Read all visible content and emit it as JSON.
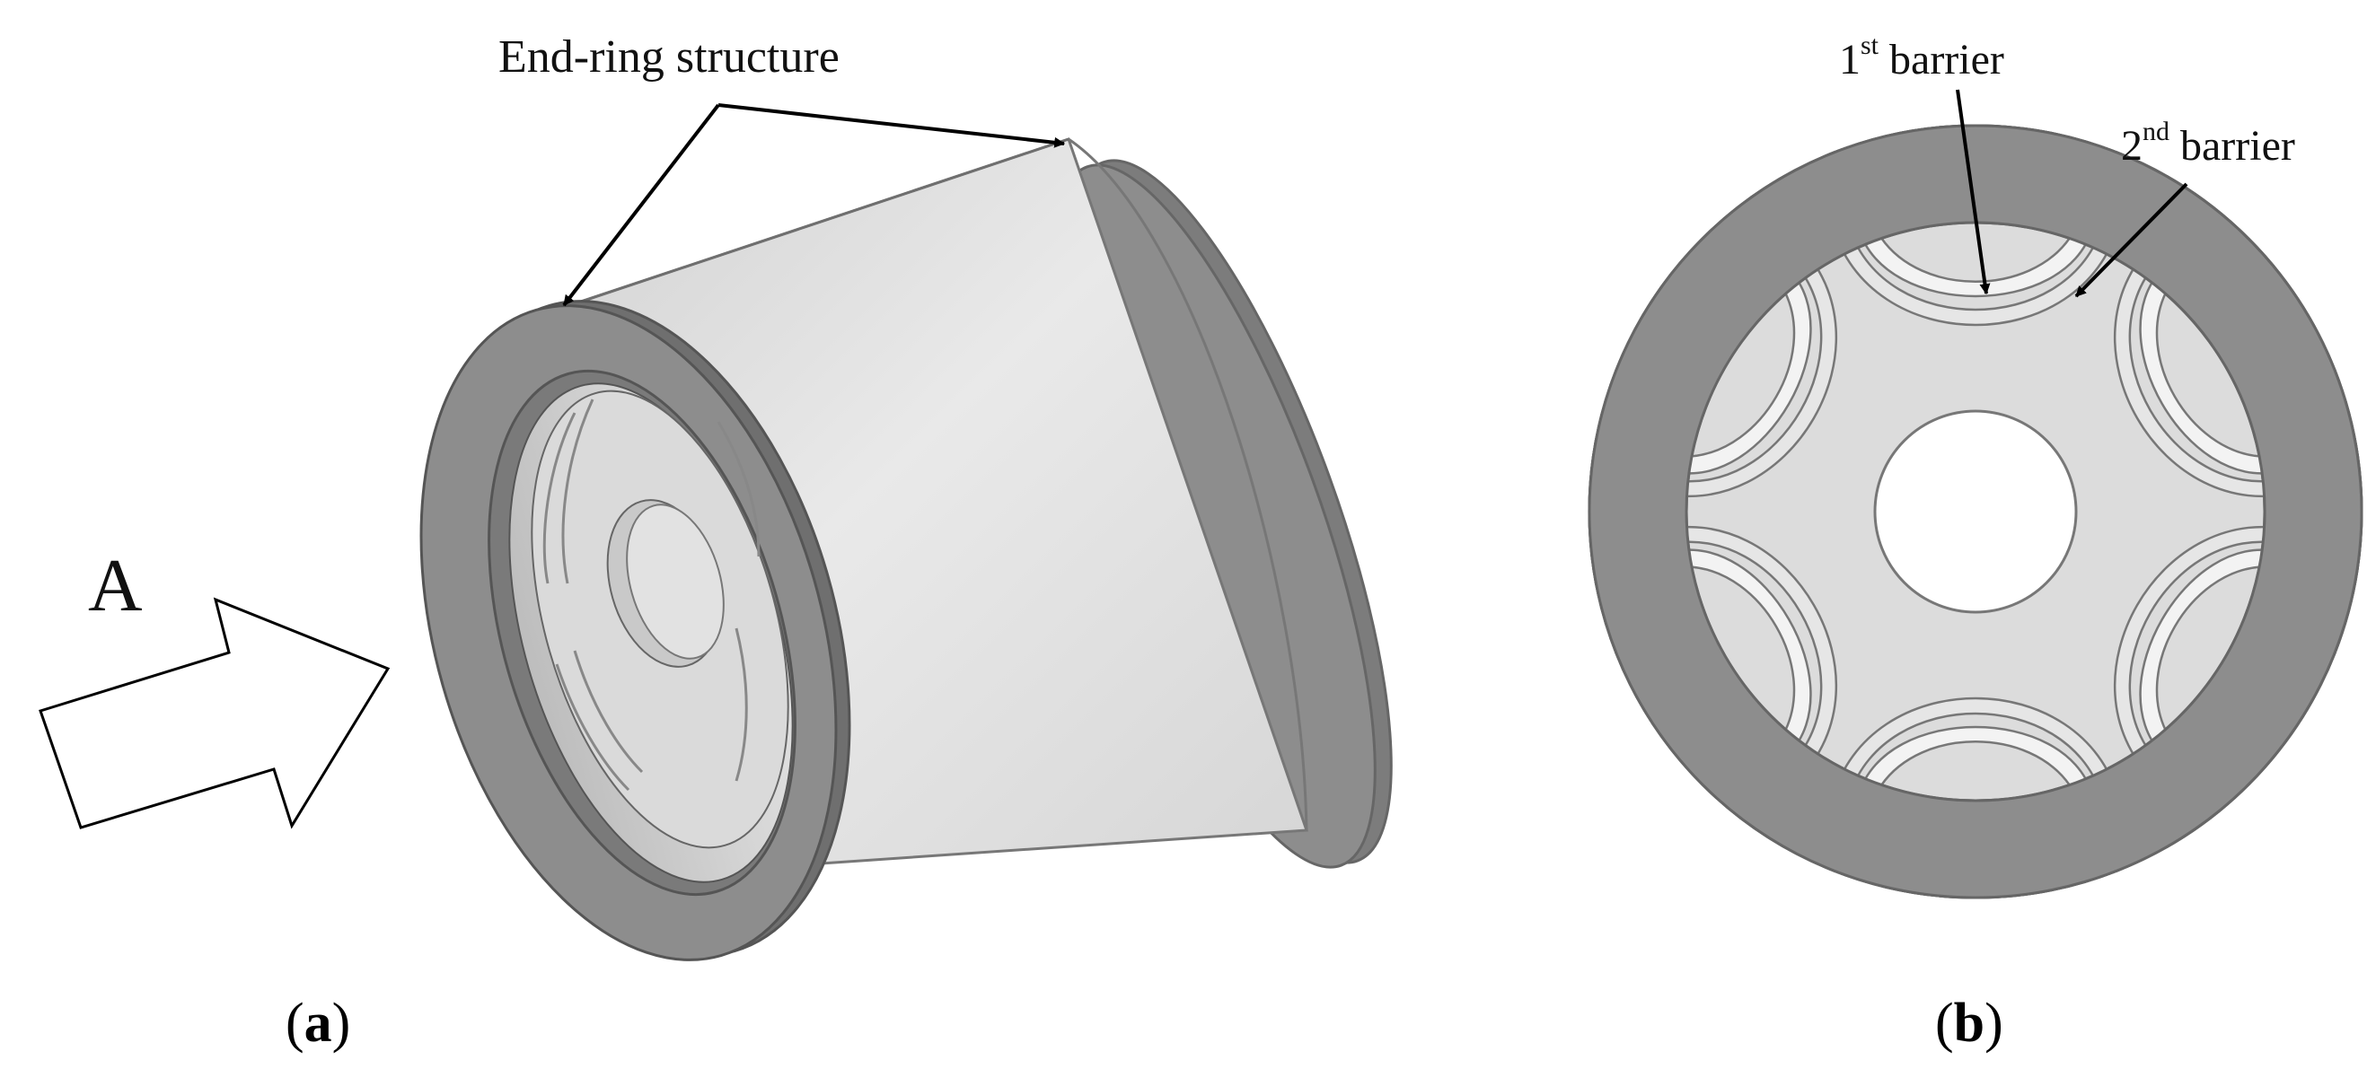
{
  "figure": {
    "panel_a": {
      "caption_open": "(",
      "caption_letter": "a",
      "caption_close": ")",
      "label_end_ring": "End-ring structure",
      "label_view_direction": "A"
    },
    "panel_b": {
      "caption_open": "(",
      "caption_letter": "b",
      "caption_close": ")",
      "label_first_barrier_num": "1",
      "label_first_barrier_sup": "st",
      "label_first_barrier_word": " barrier",
      "label_second_barrier_num": "2",
      "label_second_barrier_sup": "nd",
      "label_second_barrier_word": " barrier"
    }
  },
  "colors": {
    "end_ring_face": "#8c8c8c",
    "end_ring_edge": "#777777",
    "cylinder_light": "#e6e6e6",
    "cylinder_shade": "#cfcfcf",
    "rotor_core": "#dcdcdc",
    "barrier_fill": "#f4f4f4",
    "shaft_hole": "#ffffff",
    "outline": "#555555"
  }
}
